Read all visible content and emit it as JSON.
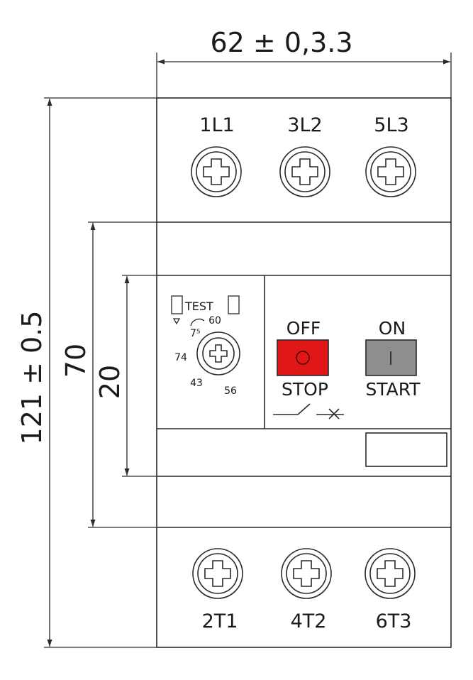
{
  "dimensions": {
    "width": "62 ± 0,3.3",
    "height": "121 ± 0.5",
    "height_70": "70",
    "height_20": "20"
  },
  "terminals": {
    "top": [
      "1L1",
      "3L2",
      "5L3"
    ],
    "bottom": [
      "2T1",
      "4T2",
      "6T3"
    ]
  },
  "dial": {
    "test_label": "TEST",
    "scale": [
      "60",
      "74",
      "43",
      "56"
    ]
  },
  "buttons": {
    "off_label": "OFF",
    "stop_label": "STOP",
    "on_label": "ON",
    "start_label": "START",
    "off_symbol": "O",
    "on_symbol": "I",
    "off_color": "#e01818",
    "on_color": "#8e8e8e"
  }
}
